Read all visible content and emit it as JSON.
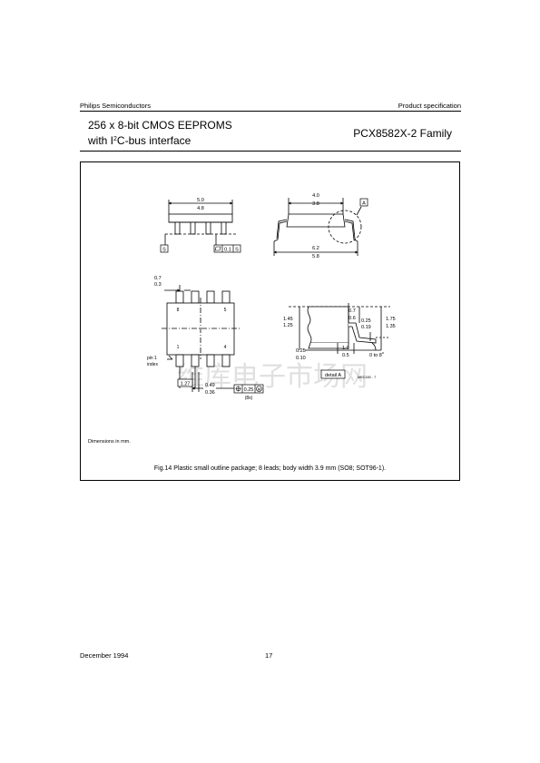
{
  "header": {
    "company": "Philips Semiconductors",
    "doc_type": "Product specification",
    "title_line1": "256 x 8-bit CMOS EEPROMS",
    "title_line2_a": "with I",
    "title_line2_sup": "2",
    "title_line2_b": "C-bus interface",
    "product": "PCX8582X-2 Family"
  },
  "drawing": {
    "side_dim_top": "5.0",
    "side_dim_bottom": "4.8",
    "datum_s": "S",
    "flatness": "0.1",
    "flatness_ref": "S",
    "end_dim_top": "4.0",
    "end_dim_bottom": "3.8",
    "detail_ref": "A",
    "end_width_top": "6.2",
    "end_width_bottom": "5.8",
    "lead_top_max": "0.7",
    "lead_top_min": "0.3",
    "pin8": "8",
    "pin5": "5",
    "pin1": "1",
    "pin4": "4",
    "pin1_index_l1": "pin 1",
    "pin1_index_l2": "index",
    "pitch": "1.27",
    "lead_w_max": "0.49",
    "lead_w_min": "0.36",
    "position_tol": "0.25",
    "position_ref": "M",
    "count": "(8x)",
    "h_max": "1.45",
    "h_min": "1.25",
    "foot_max": "0.7",
    "foot_min": "0.6",
    "thk_max": "0.25",
    "thk_min": "0.19",
    "total_max": "1.75",
    "total_min": "1.35",
    "standoff_max": "0.25",
    "standoff_min": "0.10",
    "lead_len_max": "1.0",
    "lead_len_min": "0.5",
    "angle": "0 to 8",
    "angle_unit": "o",
    "detail_label": "detail A",
    "drawing_code": "MBC180 - 7",
    "watermark": "维库电子市场网"
  },
  "dimensions_note": "Dimensions in mm.",
  "caption": "Fig.14  Plastic small outline package; 8 leads; body width 3.9 mm (SO8; SOT96-1).",
  "footer": {
    "date": "December 1994",
    "page": "17"
  }
}
